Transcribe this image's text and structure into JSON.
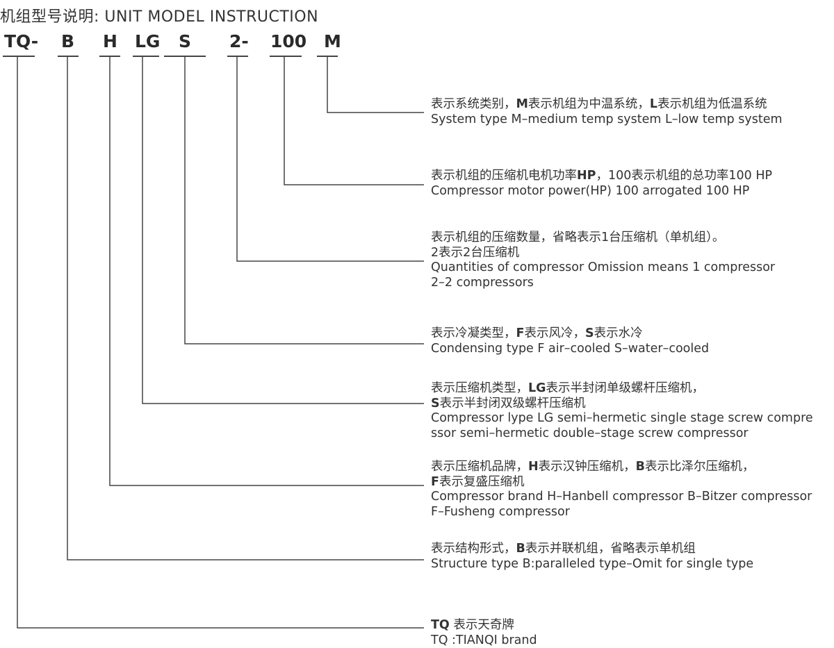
{
  "title": "机组型号说明: UNIT MODEL INSTRUCTION",
  "codes": [
    "TQ-",
    "B",
    "H",
    "LG",
    "S",
    "2-",
    "100",
    "M"
  ],
  "descriptions": [
    {
      "zh": [
        [
          [
            "表示系统类别，",
            false
          ],
          [
            "M",
            true
          ],
          [
            "表示机组为中温系统，",
            false
          ],
          [
            "L",
            true
          ],
          [
            "表示机组为低温系统",
            false
          ]
        ]
      ],
      "en": [
        "System type M–medium temp system  L–low temp system"
      ]
    },
    {
      "zh": [
        [
          [
            "表示机组的压缩机电机功率",
            false
          ],
          [
            "HP",
            true
          ],
          [
            "，100表示机组的总功率100 HP",
            false
          ]
        ]
      ],
      "en": [
        "Compressor motor power(HP) 100 arrogated 100 HP"
      ]
    },
    {
      "zh": [
        [
          [
            "表示机组的压缩数量，省略表示1台压缩机（单机组）。",
            false
          ]
        ],
        [
          [
            "2表示2台压缩机",
            false
          ]
        ]
      ],
      "en": [
        "Quantities of compressor Omission means 1 compressor",
        "2–2 compressors"
      ]
    },
    {
      "zh": [
        [
          [
            "表示冷凝类型，",
            false
          ],
          [
            "F",
            true
          ],
          [
            "表示风冷，",
            false
          ],
          [
            "S",
            true
          ],
          [
            "表示水冷",
            false
          ]
        ]
      ],
      "en": [
        "Condensing type F air–cooled   S–water–cooled"
      ]
    },
    {
      "zh": [
        [
          [
            "表示压缩机类型，",
            false
          ],
          [
            "LG",
            true
          ],
          [
            "表示半封闭单级螺杆压缩机，",
            false
          ]
        ],
        [
          [
            "S",
            true
          ],
          [
            "表示半封闭双级螺杆压缩机",
            false
          ]
        ]
      ],
      "en": [
        "Compressor lype LG semi–hermetic single stage screw compre",
        "ssor semi–hermetic double–stage screw compressor"
      ]
    },
    {
      "zh": [
        [
          [
            "表示压缩机品牌，",
            false
          ],
          [
            "H",
            true
          ],
          [
            "表示汉钟压缩机，",
            false
          ],
          [
            "B",
            true
          ],
          [
            "表示比泽尔压缩机，",
            false
          ]
        ],
        [
          [
            "F",
            true
          ],
          [
            "表示复盛压缩机",
            false
          ]
        ]
      ],
      "en": [
        "Compressor brand H–Hanbell compressor B–Bitzer compressor",
        "F–Fusheng compressor"
      ]
    },
    {
      "zh": [
        [
          [
            "表示结构形式，",
            false
          ],
          [
            "B",
            true
          ],
          [
            "表示并联机组，省略表示单机组",
            false
          ]
        ]
      ],
      "en": [
        "Structure type B:paralleled type–Omit for single type"
      ]
    },
    {
      "zh": [
        [
          [
            "TQ",
            true
          ],
          [
            " 表示天奇牌",
            false
          ]
        ]
      ],
      "en": [
        "TQ :TIANQI brand"
      ]
    }
  ]
}
